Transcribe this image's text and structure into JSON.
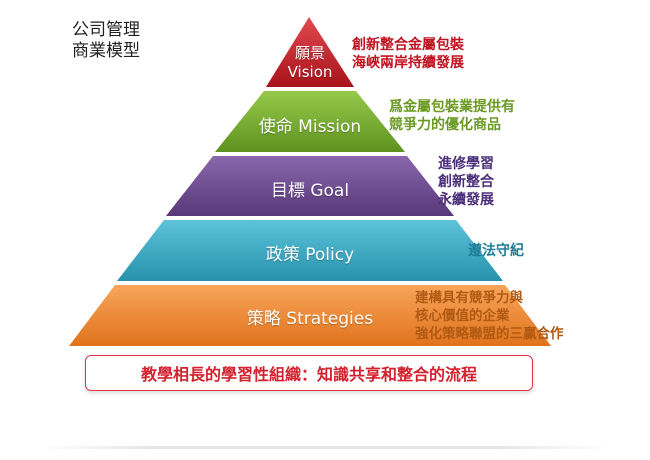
{
  "title": {
    "line1": "公司管理",
    "line2": "商業模型"
  },
  "tiers": [
    {
      "label_line1": "願景",
      "label_line2": "Vision",
      "color": "#c61b24",
      "notes": [
        "創新整合金屬包裝",
        "海峽兩岸持續發展"
      ],
      "note_color": "#c1121f"
    },
    {
      "label_line1": "使命 Mission",
      "label_line2": "",
      "color": "#7ab02f",
      "notes": [
        "爲金屬包裝業提供有",
        "競爭力的優化商品"
      ],
      "note_color": "#6b9a22"
    },
    {
      "label_line1": "目標 Goal",
      "label_line2": "",
      "color": "#6e4c94",
      "notes": [
        "進修學習",
        "創新整合",
        "永續發展"
      ],
      "note_color": "#4b2e7a"
    },
    {
      "label_line1": "政策 Policy",
      "label_line2": "",
      "color": "#35a9c4",
      "notes": [
        "遵法守紀"
      ],
      "note_color": "#1e7d96"
    },
    {
      "label_line1": "策略 Strategies",
      "label_line2": "",
      "color": "#f28a34",
      "notes": [
        "建構具有競爭力與",
        "核心價值的企業",
        "強化策略聯盟的三贏合作"
      ],
      "note_color": "#b05a14"
    }
  ],
  "summary": "教學相長的學習性組織：知識共享和整合的流程"
}
